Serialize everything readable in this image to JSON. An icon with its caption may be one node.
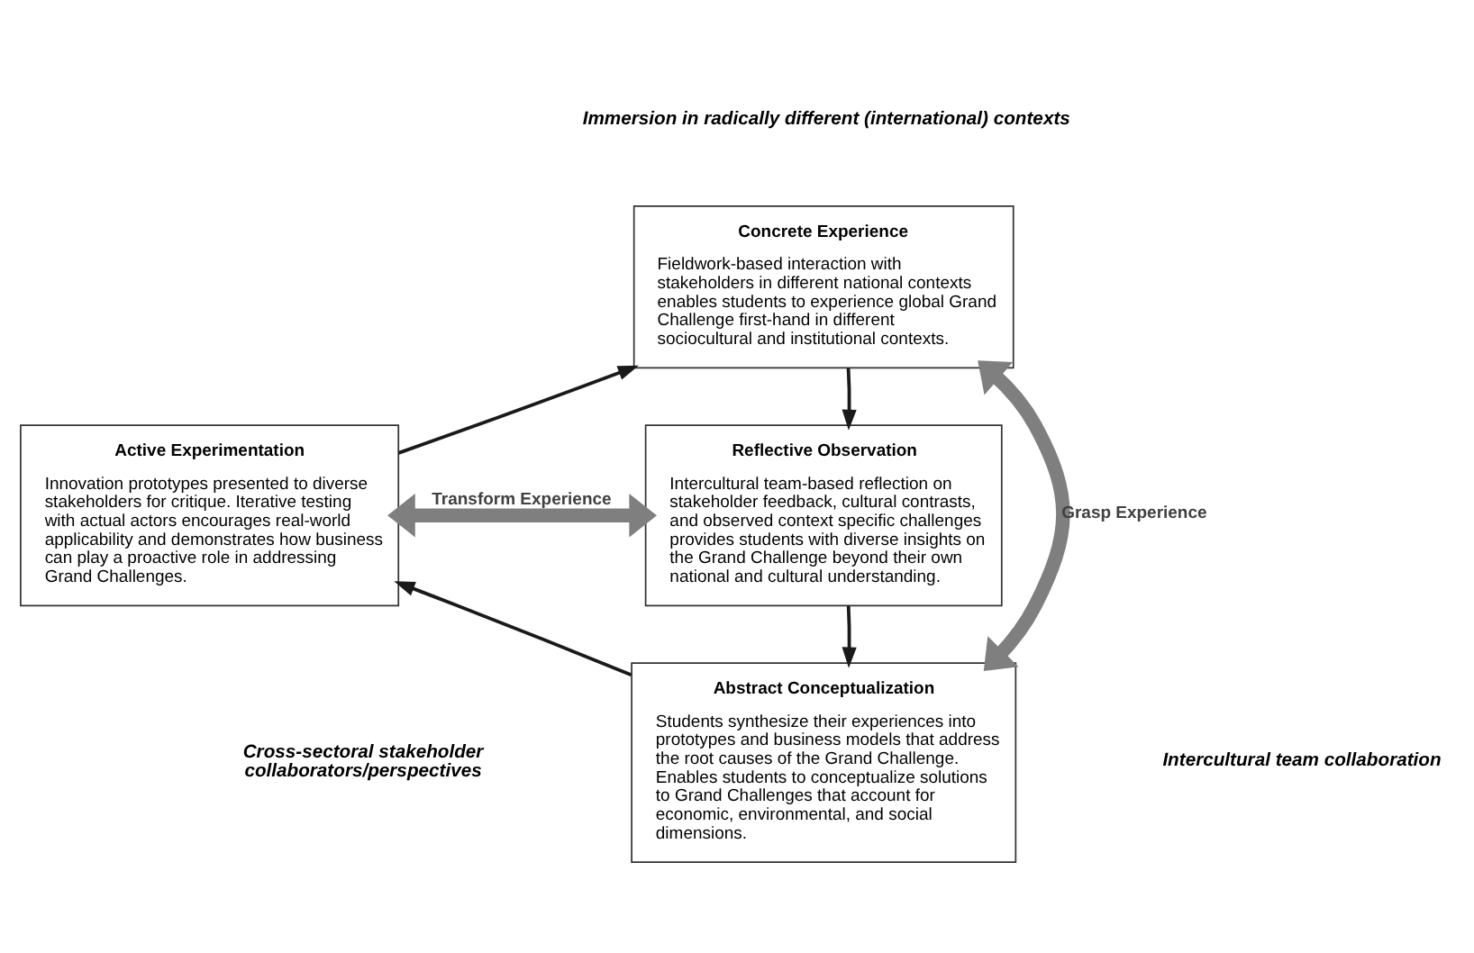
{
  "diagram": {
    "nodes": [
      {
        "text": [
          "Concrete Experience",
          "Fieldwork-based interaction with stakeholders in different national contexts enables students to experience global Grand Challenge first-hand in different sociocultural and institutional contexts."
        ]
      },
      {
        "text": [
          "Active Experimentation",
          "Innovation prototypes presented to diverse stakeholders for critique. Iterative testing with actual actors encourages real-world applicability and demonstrates how business can play a proactive role in addressing Grand Challenges."
        ]
      },
      {
        "text": [
          "Reflective Observation",
          "Intercultural team-based reflection on stakeholder feedback, cultural contrasts, and observed context specific challenges provides students with diverse insights on the Grand Challenge beyond their own national and cultural understanding."
        ]
      },
      {
        "text": [
          "Abstract Conceptualization",
          "Students synthesize their experiences into prototypes and business models that address the root causes of the Grand Challenge. Enables students to conceptualize solutions to Grand Challenges that account for economic, environmental, and social dimensions."
        ]
      }
    ],
    "edges": [
      {
        "from": 0,
        "to": 2,
        "arrow": "to"
      },
      {
        "from": 2,
        "to": 3,
        "arrow": "to"
      },
      {
        "from": 3,
        "to": 1,
        "arrow": "to"
      },
      {
        "from": 1,
        "to": 0,
        "arrow": "to"
      },
      {
        "from": 0,
        "to": 3,
        "arrow": "both",
        "label": "Grasp Experience",
        "style": "thick",
        "color": "#7f7f7f"
      },
      {
        "from": 1,
        "to": 2,
        "arrow": "both",
        "label": "Transform Experience",
        "style": "thick",
        "color": "#7f7f7f"
      }
    ],
    "labels": [
      "Immersion in radically different (international) contexts",
      "Cross-sectoral stakeholder collaborators/perspectives",
      "Intercultural team collaboration"
    ]
  }
}
